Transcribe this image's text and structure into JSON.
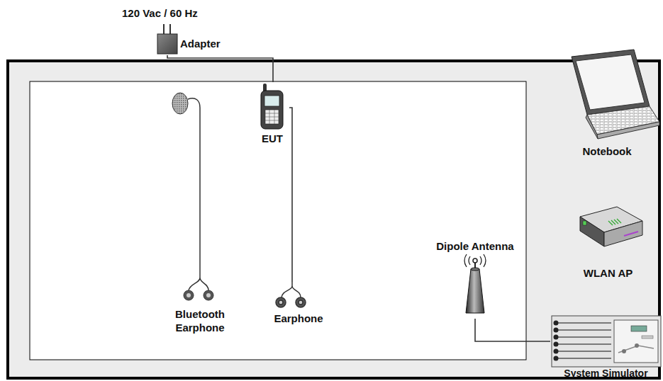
{
  "diagram": {
    "nodes": [
      {
        "text": [
          "Adapter"
        ]
      },
      {
        "text": [
          "EUT"
        ]
      },
      {
        "text": [
          "Bluetooth Earphone"
        ]
      },
      {
        "text": [
          "Earphone"
        ]
      },
      {
        "text": [
          "Dipole Antenna"
        ]
      },
      {
        "text": [
          "Notebook"
        ]
      },
      {
        "text": [
          "WLAN AP"
        ]
      },
      {
        "text": [
          "System Simulator"
        ]
      }
    ],
    "edges": [
      {
        "from": 0,
        "to": 1,
        "arrow": "none"
      },
      {
        "from": 1,
        "to": 3,
        "arrow": "none"
      },
      {
        "from": 4,
        "to": 7,
        "arrow": "none"
      }
    ],
    "labels": [
      "120 Vac / 60 Hz"
    ]
  }
}
